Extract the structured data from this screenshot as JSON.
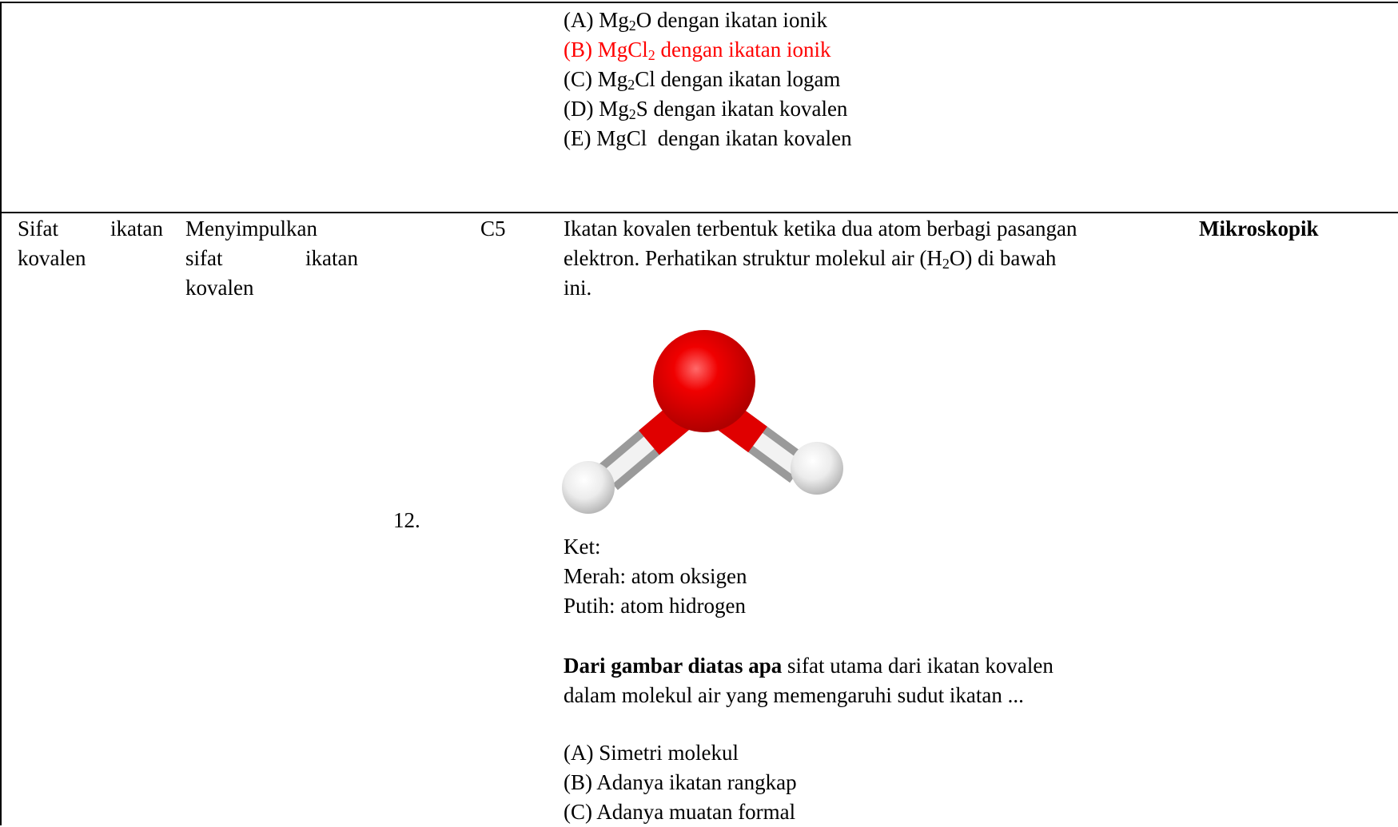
{
  "prev_question": {
    "options": [
      {
        "pre": "(A) Mg",
        "sub": "2",
        "post": "O dengan ikatan ionik",
        "highlight": false
      },
      {
        "pre": "(B) MgCl",
        "sub": "2",
        "post": " dengan ikatan ionik",
        "highlight": true
      },
      {
        "pre": "(C) Mg",
        "sub": "2",
        "post": "Cl dengan ikatan logam",
        "highlight": false
      },
      {
        "pre": "(D) Mg",
        "sub": "2",
        "post": "S dengan ikatan kovalen",
        "highlight": false
      },
      {
        "pre": "(E) MgCl  dengan ikatan kovalen",
        "sub": "",
        "post": "",
        "highlight": false
      }
    ]
  },
  "row": {
    "indicator": {
      "line1_word1": "Sifat",
      "line1_word2": "ikatan",
      "line2": "kovalen"
    },
    "objective": {
      "line1": "Menyimpulkan",
      "line2_word1": "sifat",
      "line2_word2": "ikatan",
      "line3": "kovalen"
    },
    "level": "C5",
    "number": "12.",
    "category": "Mikroskopik",
    "question": {
      "intro_line1": "Ikatan kovalen terbentuk ketika dua atom berbagi pasangan",
      "intro_line2_pre": "elektron. Perhatikan struktur molekul air (H",
      "intro_line2_sub": "2",
      "intro_line2_post": "O) di bawah",
      "intro_line3": "ini.",
      "legend_title": "Ket:",
      "legend_red": "Merah: atom oksigen",
      "legend_white": "Putih: atom hidrogen",
      "prompt_bold": "Dari gambar diatas apa",
      "prompt_rest": " sifat utama dari ikatan kovalen",
      "prompt_line2": "dalam molekul air yang memengaruhi sudut ikatan ...",
      "options": [
        "(A) Simetri molekul",
        "(B) Adanya ikatan rangkap",
        "(C) Adanya muatan formal"
      ]
    }
  },
  "colors": {
    "highlight": "#ff0000",
    "oxygen": "#e00000",
    "hydrogen": "#f2f2f2",
    "border": "#000000"
  }
}
